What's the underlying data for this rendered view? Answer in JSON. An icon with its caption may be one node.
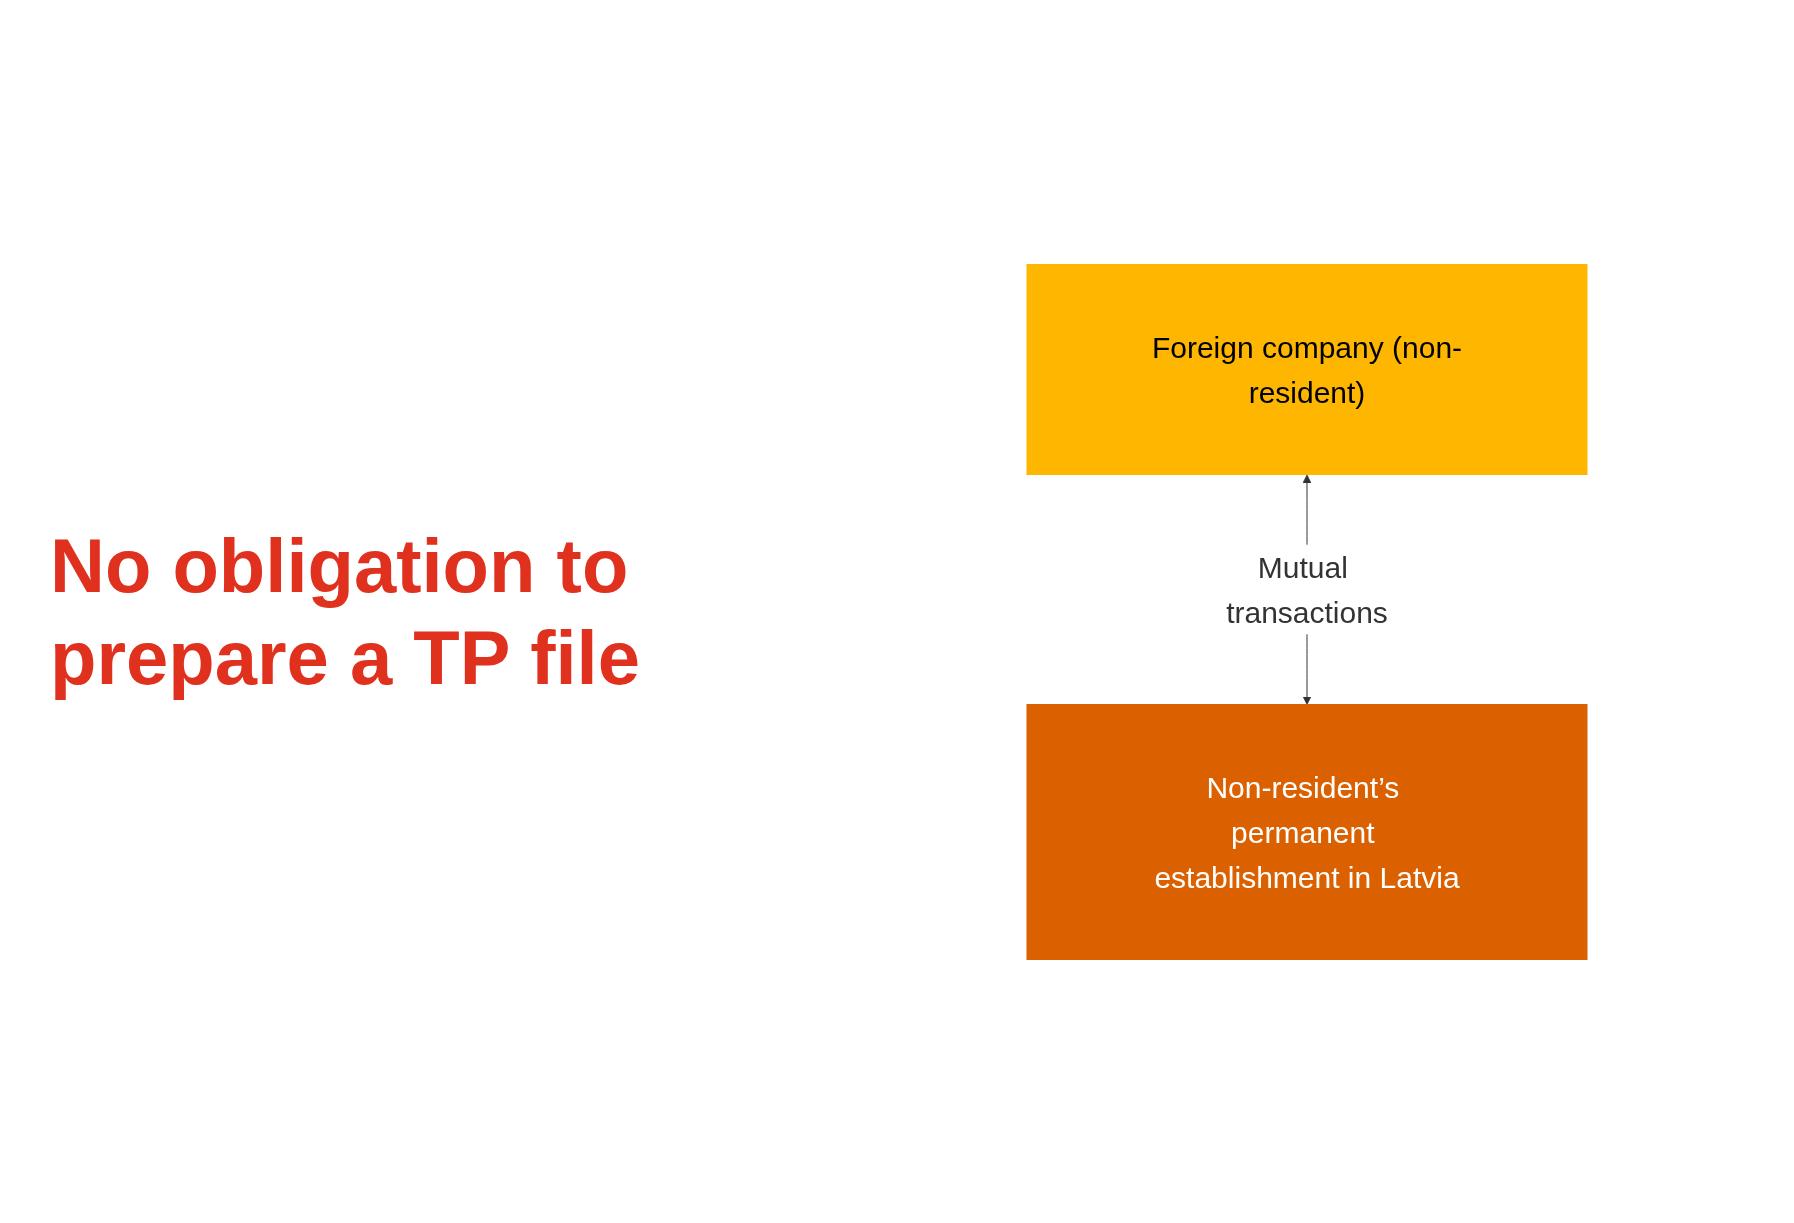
{
  "diagram": {
    "nodes": [
      {
        "text": [
          "Foreign company (non-resident)"
        ]
      },
      {
        "text": [
          "Non-resident’s permanent establishment in Latvia"
        ]
      }
    ],
    "edges": [
      {
        "from": 0,
        "to": 1,
        "arrow": "both",
        "label": "Mutual transactions"
      }
    ],
    "labels": [
      "No obligation to prepare a TP file"
    ]
  }
}
